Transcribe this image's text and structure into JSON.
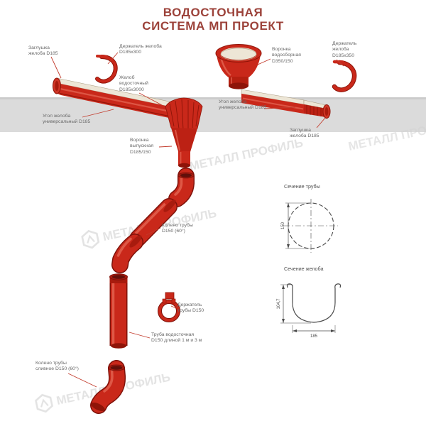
{
  "title": {
    "line1": "ВОДОСТОЧНАЯ",
    "line2": "СИСТЕМА МП ПРОЕКТ"
  },
  "watermark": {
    "text": "МЕТАЛЛ ПРОФИЛЬ"
  },
  "labels": {
    "zaglushka_left": {
      "lines": [
        "Заглушка",
        "желоба D185"
      ]
    },
    "derzhatel_zheloba_left": {
      "lines": [
        "Держатель желоба",
        "D185х300"
      ]
    },
    "zhelob_vodostochny": {
      "lines": [
        "Желоб",
        "водосточный",
        "D185х3000"
      ]
    },
    "voronka_vodosbornaya": {
      "lines": [
        "Воронка",
        "водосборная",
        "D350/150"
      ]
    },
    "derzhatel_zheloba_right": {
      "lines": [
        "Держатель",
        "желоба",
        "D185х350"
      ]
    },
    "ugol_zheloba_left": {
      "lines": [
        "Угол желоба",
        "универсальный D185"
      ]
    },
    "ugol_zheloba_right": {
      "lines": [
        "Угол желоба",
        "универсальный D185"
      ]
    },
    "zaglushka_right": {
      "lines": [
        "Заглушка",
        "желоба D185"
      ]
    },
    "voronka_vypusknaya": {
      "lines": [
        "Воронка",
        "выпускная",
        "D185/150"
      ]
    },
    "koleno_truby": {
      "lines": [
        "Колено трубы",
        "D150 (60°)"
      ]
    },
    "derzhatel_truby": {
      "lines": [
        "Держатель",
        "трубы D150"
      ]
    },
    "truba_vodostochnaya": {
      "lines": [
        "Труба водосточная",
        "D150 длиной 1 м и 3 м"
      ]
    },
    "koleno_slivnoe": {
      "lines": [
        "Колено трубы",
        "сливное D150 (60°)"
      ]
    }
  },
  "sections": {
    "pipe": {
      "title": "Сечение трубы",
      "diameter": "150"
    },
    "gutter": {
      "title": "Сечение желоба",
      "height": "104,7",
      "width": "185"
    }
  },
  "colors": {
    "red": "#C9281A",
    "dark_red": "#8E1408",
    "highlight_red": "#E2604F",
    "title": "#9C423A",
    "label_gray": "#6A6A6A",
    "band_gray": "#DBDBDB",
    "cream": "#EDE6D6",
    "leader": "#C23B2C"
  }
}
